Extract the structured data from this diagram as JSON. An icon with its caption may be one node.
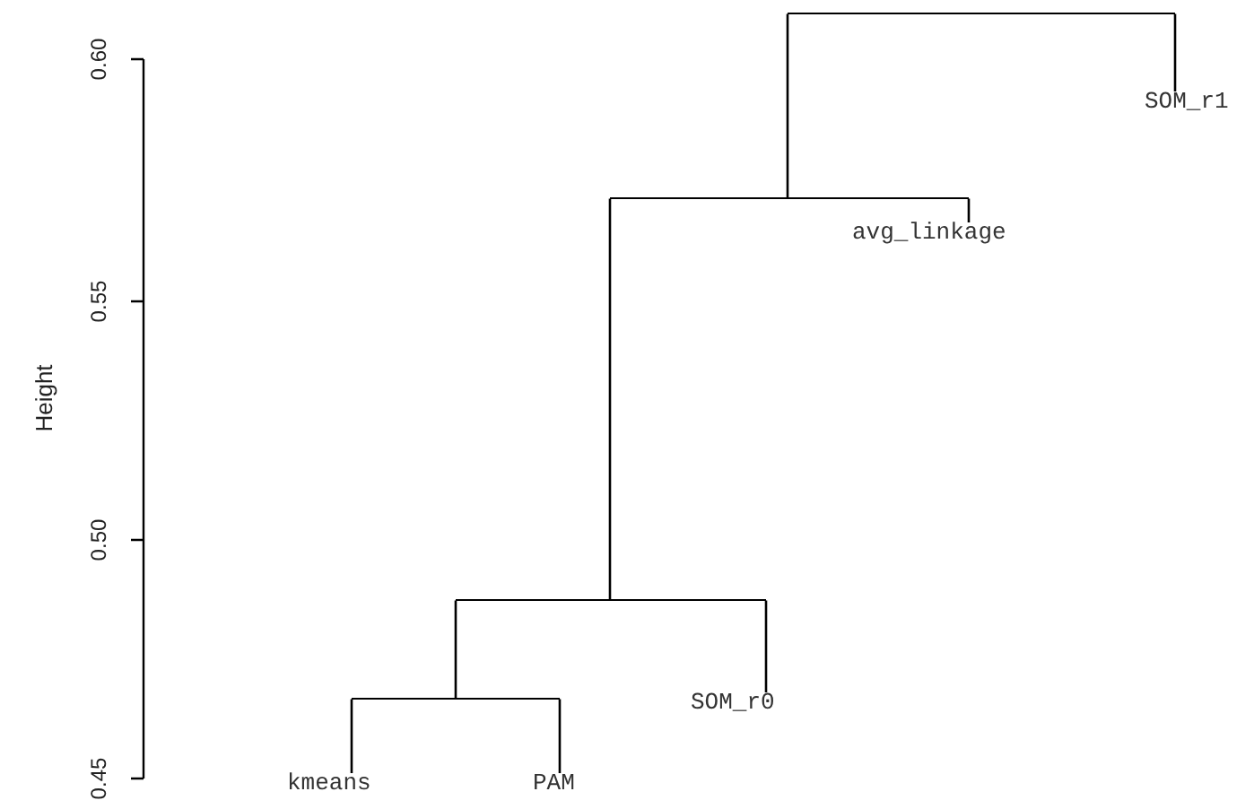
{
  "diagram": {
    "nodes": [
      {
        "text": [
          "kmeans"
        ]
      },
      {
        "text": [
          "PAM"
        ]
      },
      {
        "text": [
          "SOM_r0"
        ]
      },
      {
        "text": [
          "avg_linkage"
        ]
      },
      {
        "text": [
          "SOM_r1"
        ]
      },
      {
        "text": [],
        "shape": "bar"
      },
      {
        "text": [],
        "shape": "bar"
      },
      {
        "text": [],
        "shape": "bar"
      },
      {
        "text": [],
        "shape": "bar"
      }
    ],
    "edges": [
      {
        "from": 5,
        "to": 0,
        "arrow": "none"
      },
      {
        "from": 5,
        "to": 1,
        "arrow": "none"
      },
      {
        "from": 6,
        "to": 5,
        "arrow": "none"
      },
      {
        "from": 6,
        "to": 2,
        "arrow": "none"
      },
      {
        "from": 7,
        "to": 6,
        "arrow": "none"
      },
      {
        "from": 7,
        "to": 3,
        "arrow": "none"
      },
      {
        "from": 8,
        "to": 7,
        "arrow": "none"
      },
      {
        "from": 8,
        "to": 4,
        "arrow": "none"
      }
    ],
    "labels": [
      "Height",
      "0.60",
      "0.55",
      "0.50",
      "0.45"
    ]
  }
}
